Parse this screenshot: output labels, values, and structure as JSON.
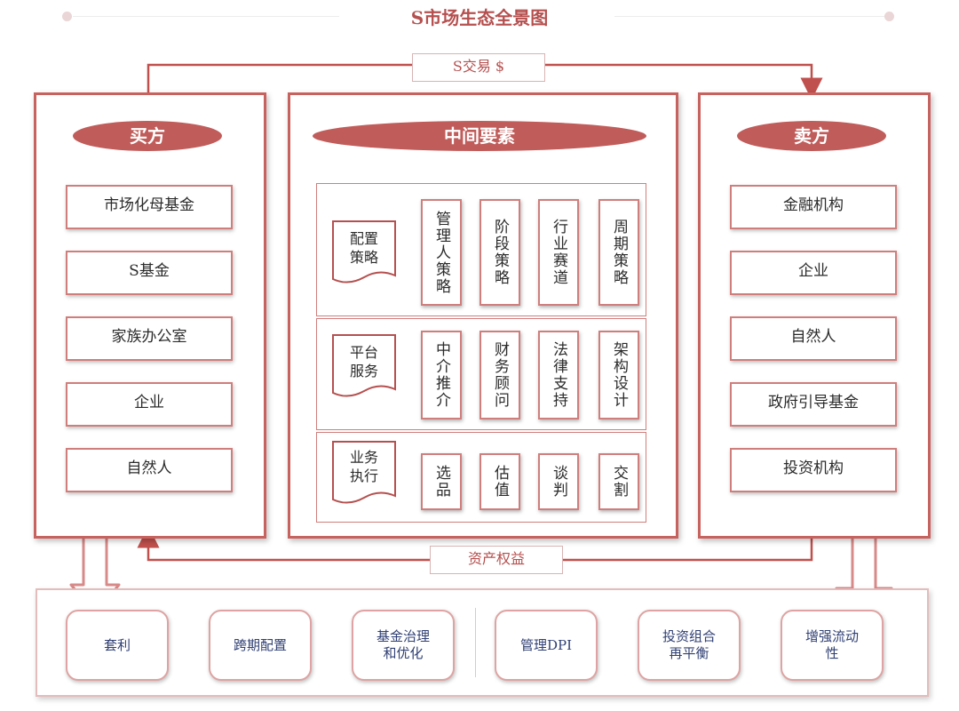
{
  "title": "S市场生态全景图",
  "top_flow_label": "S交易 $",
  "bottom_flow_label": "资产权益",
  "buyer": {
    "header": "买方",
    "items": [
      "市场化母基金",
      "S基金",
      "家族办公室",
      "企业",
      "自然人"
    ]
  },
  "middle": {
    "header": "中间要素",
    "groups": [
      {
        "label": "配置\n策略",
        "items": [
          "管理人策略",
          "阶段策略",
          "行业赛道",
          "周期策略"
        ]
      },
      {
        "label": "平台\n服务",
        "items": [
          "中介推介",
          "财务顾问",
          "法律支持",
          "架构设计"
        ]
      },
      {
        "label": "业务\n执行",
        "items": [
          "选品",
          "估值",
          "谈判",
          "交割"
        ]
      }
    ]
  },
  "seller": {
    "header": "卖方",
    "items": [
      "金融机构",
      "企业",
      "自然人",
      "政府引导基金",
      "投资机构"
    ]
  },
  "outcomes": [
    "套利",
    "跨期配置",
    "基金治理\n和优化",
    "管理DPI",
    "投资组合\n再平衡",
    "增强流动\n性"
  ],
  "colors": {
    "accent": "#c05c5a",
    "border": "#c8625f",
    "outcome_text": "#2f3f73"
  }
}
